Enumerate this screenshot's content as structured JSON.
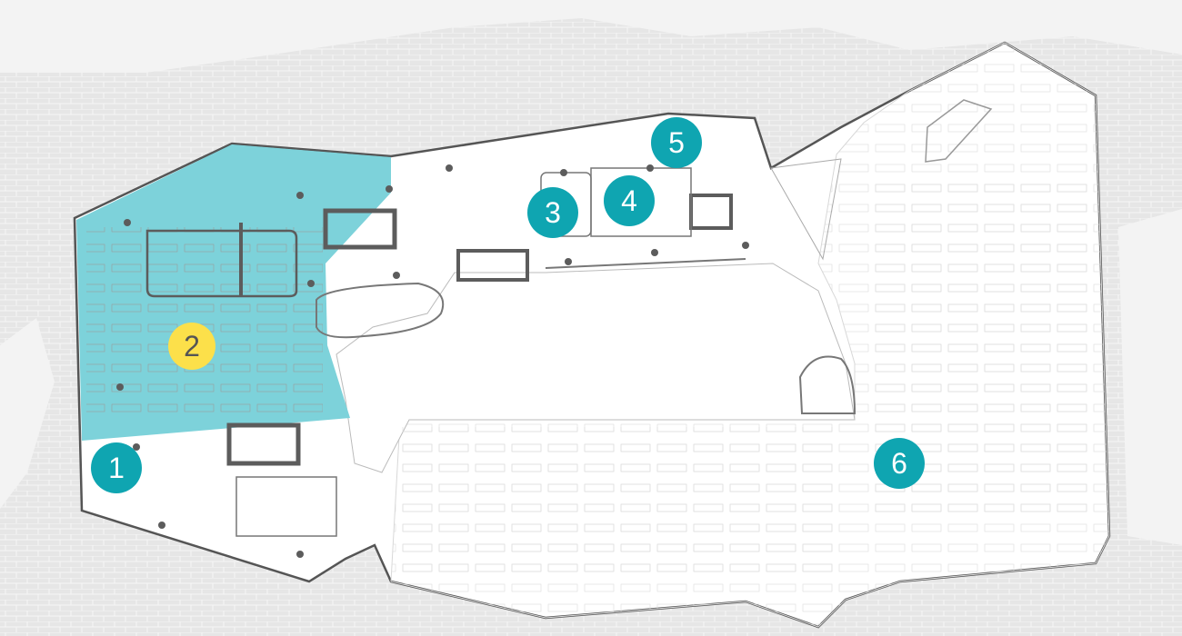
{
  "colors": {
    "background": "#ececec",
    "floor": "#ffffff",
    "highlight_zone": "#7dd2da",
    "marker_teal": "#0fa5b1",
    "marker_yellow": "#fce04a",
    "walls": "#5c5c5c"
  },
  "markers": [
    {
      "label": "1",
      "color": "teal"
    },
    {
      "label": "2",
      "color": "yellow"
    },
    {
      "label": "3",
      "color": "teal"
    },
    {
      "label": "4",
      "color": "teal"
    },
    {
      "label": "5",
      "color": "teal"
    },
    {
      "label": "6",
      "color": "teal"
    }
  ]
}
